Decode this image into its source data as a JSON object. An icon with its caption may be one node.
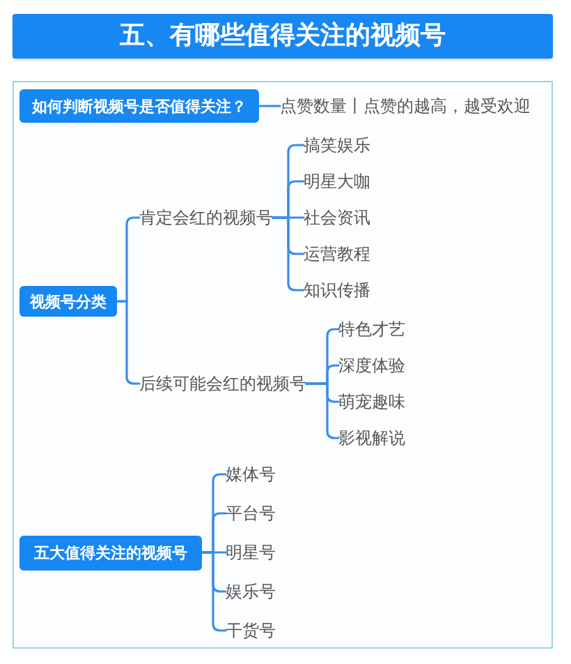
{
  "diagram": {
    "title": "五、有哪些值得关注的视频号",
    "nodes": [
      {
        "text": [
          "如何判断视频号是否值得关注？"
        ]
      },
      {
        "text": [
          "点赞数量丨点赞的越高，越受欢迎"
        ]
      },
      {
        "text": [
          "视频号分类"
        ]
      },
      {
        "text": [
          "肯定会红的视频号"
        ]
      },
      {
        "text": [
          "搞笑娱乐"
        ]
      },
      {
        "text": [
          "明星大咖"
        ]
      },
      {
        "text": [
          "社会资讯"
        ]
      },
      {
        "text": [
          "运营教程"
        ]
      },
      {
        "text": [
          "知识传播"
        ]
      },
      {
        "text": [
          "后续可能会红的视频号"
        ]
      },
      {
        "text": [
          "特色才艺"
        ]
      },
      {
        "text": [
          "深度体验"
        ]
      },
      {
        "text": [
          "萌宠趣味"
        ]
      },
      {
        "text": [
          "影视解说"
        ]
      },
      {
        "text": [
          "五大值得关注的视频号"
        ]
      },
      {
        "text": [
          "媒体号"
        ]
      },
      {
        "text": [
          "平台号"
        ]
      },
      {
        "text": [
          "明星号"
        ]
      },
      {
        "text": [
          "娱乐号"
        ]
      },
      {
        "text": [
          "干货号"
        ]
      }
    ],
    "edges": [
      {
        "from": 0,
        "to": 1,
        "arrow": "none"
      },
      {
        "from": 2,
        "to": 3,
        "arrow": "none"
      },
      {
        "from": 3,
        "to": 4,
        "arrow": "none"
      },
      {
        "from": 3,
        "to": 5,
        "arrow": "none"
      },
      {
        "from": 3,
        "to": 6,
        "arrow": "none"
      },
      {
        "from": 3,
        "to": 7,
        "arrow": "none"
      },
      {
        "from": 3,
        "to": 8,
        "arrow": "none"
      },
      {
        "from": 2,
        "to": 9,
        "arrow": "none"
      },
      {
        "from": 9,
        "to": 10,
        "arrow": "none"
      },
      {
        "from": 9,
        "to": 11,
        "arrow": "none"
      },
      {
        "from": 9,
        "to": 12,
        "arrow": "none"
      },
      {
        "from": 9,
        "to": 13,
        "arrow": "none"
      },
      {
        "from": 14,
        "to": 15,
        "arrow": "none"
      },
      {
        "from": 14,
        "to": 16,
        "arrow": "none"
      },
      {
        "from": 14,
        "to": 17,
        "arrow": "none"
      },
      {
        "from": 14,
        "to": 18,
        "arrow": "none"
      },
      {
        "from": 14,
        "to": 19,
        "arrow": "none"
      }
    ]
  }
}
